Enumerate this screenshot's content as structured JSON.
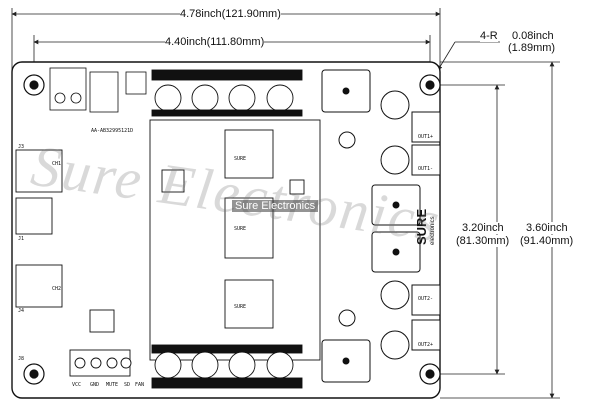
{
  "dimensions": {
    "overall_width": "4.78inch(121.90mm)",
    "hole_spacing_width": "4.40inch(111.80mm)",
    "corner_radius_label": "4-R",
    "corner_radius_inch": "0.08inch",
    "corner_radius_mm": "(1.89mm)",
    "hole_spacing_height_inch": "3.20inch",
    "hole_spacing_height_mm": "(81.30mm)",
    "overall_height_inch": "3.60inch",
    "overall_height_mm": "(91.40mm)"
  },
  "board": {
    "brand": "SURE",
    "brand_sub": "electronics",
    "model": "AA-AB32995121D",
    "outputs": [
      "OUT1+",
      "OUT1-",
      "OUT2-",
      "OUT2+"
    ],
    "chips": [
      "SURE",
      "SURE",
      "SURE"
    ],
    "inputs": [
      "CH1",
      "CH2",
      "J3",
      "J4",
      "J1",
      "J8"
    ],
    "power_labels": [
      "VCC",
      "GND",
      "MUTE",
      "SD",
      "FAN"
    ]
  },
  "watermark": {
    "text": "Sure Electronics",
    "stamp": "Sure Electronics"
  },
  "colors": {
    "board_outline": "#111111",
    "dimension_line": "#222222",
    "background": "#ffffff"
  }
}
